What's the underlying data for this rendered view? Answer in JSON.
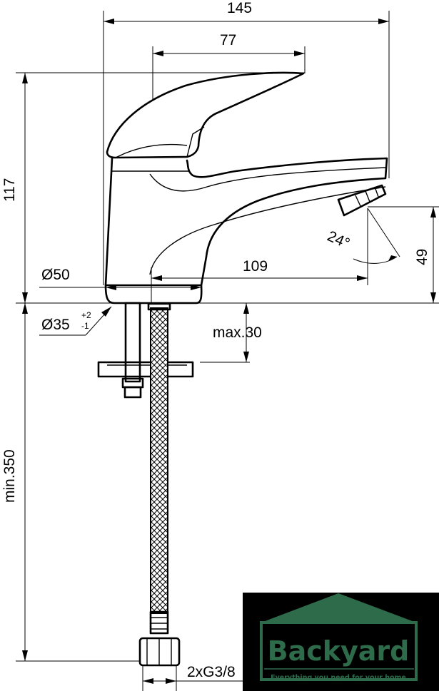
{
  "dimensions": {
    "width_total": "145",
    "handle_width": "77",
    "height_total": "117",
    "base_diameter": "Ø50",
    "hole_diameter": "Ø35",
    "hole_tol_plus": "+2",
    "hole_tol_minus": "-1",
    "spout_reach": "109",
    "spout_angle": "24°",
    "spout_height": "49",
    "counter_thickness": "max.30",
    "hose_length": "min.350",
    "connection_thread": "2xG3/8"
  },
  "logo": {
    "name": "Backyard",
    "tagline": "Everything you need for your home",
    "colors": {
      "background": "#000000",
      "accent": "#2e6b4a"
    }
  }
}
